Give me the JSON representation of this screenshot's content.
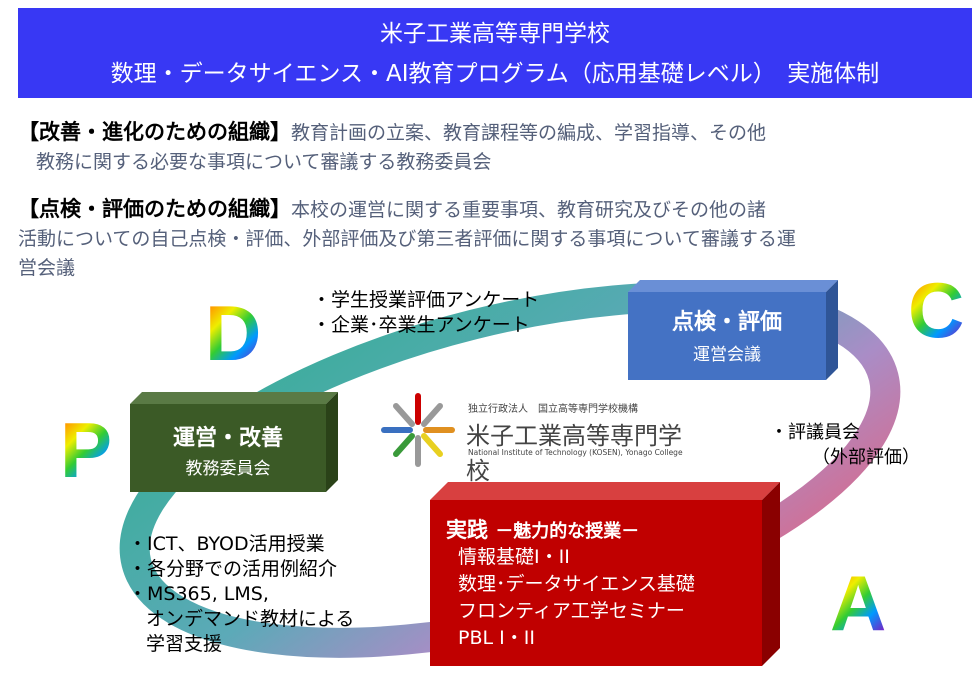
{
  "banner": {
    "line1": "米子工業高等専門学校",
    "line2": "数理・データサイエンス・AI教育プログラム（応用基礎レベル）　実施体制"
  },
  "sections": [
    {
      "heading": "【改善・進化のための組織】",
      "body": "教育計画の立案、教育課程等の編成、学習指導、その他",
      "body2": "教務に関する必要な事項について審議する教務委員会"
    },
    {
      "heading": "【点検・評価のための組織】",
      "body": "本校の運営に関する重要事項、教育研究及びその他の諸",
      "body2": "活動についての自己点検・評価、外部評価及び第三者評価に関する事項について審議する運",
      "body3": "営会議"
    }
  ],
  "boxes": {
    "check": {
      "title": "点検・評価",
      "sub": "運営会議",
      "color": "#4472c4"
    },
    "act": {
      "title": "運営・改善",
      "sub": "教務委員会",
      "color": "#3b5a26"
    },
    "do": {
      "title": "実践",
      "title2": "－魅力的な授業－",
      "items": [
        "情報基礎I・II",
        "数理･データサイエンス基礎",
        "フロンティア工学セミナー",
        "PBL I・II"
      ],
      "color": "#c00000"
    }
  },
  "notes": {
    "survey": [
      "・学生授業評価アンケート",
      "・企業･卒業生アンケート"
    ],
    "council": [
      "・評議員会",
      "（外部評価）"
    ],
    "ict": [
      "・ICT、BYOD活用授業",
      "・各分野での活用例紹介",
      "・MS365, LMS,",
      "オンデマンド教材による",
      "学習支援"
    ]
  },
  "letters": {
    "d": "D",
    "c": "C",
    "p": "P",
    "a": "A"
  },
  "logo": {
    "org": "独立行政法人　国立高等専門学校機構",
    "name": "米子工業高等専門学校",
    "en": "National Institute of Technology (KOSEN), Yonago College"
  }
}
